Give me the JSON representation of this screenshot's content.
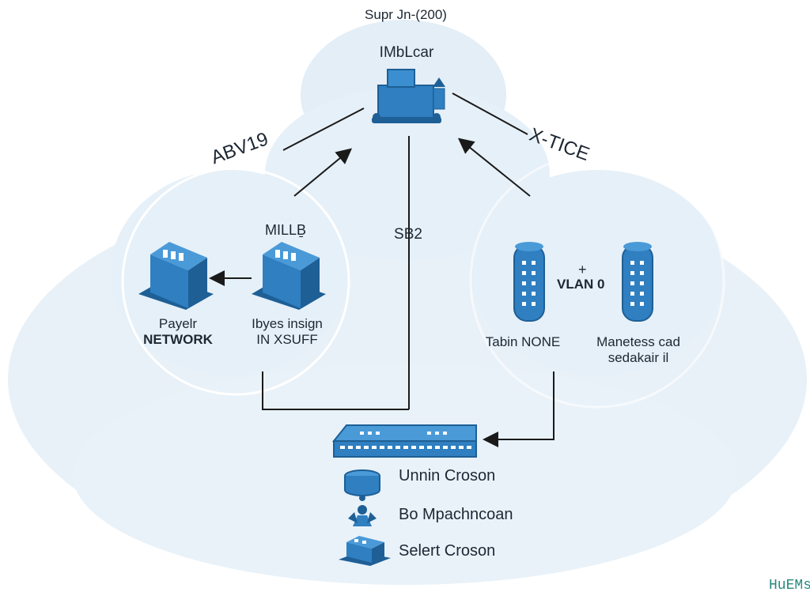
{
  "diagram": {
    "title": "Supr Jn-(200)",
    "top_node": {
      "label": "IMbLcar",
      "icon": "server-tower-icon"
    },
    "edges": {
      "left_label": "ABV19",
      "right_label": "X-TICE",
      "center_label": "SB2"
    },
    "left_group": {
      "cluster_label": "MILLḆ",
      "node_a": {
        "line1": "Payelr",
        "line2": "NETWORK",
        "icon": "server-box-icon"
      },
      "node_b": {
        "line1": "Ibyes insign",
        "line2": "IN XSUFF",
        "icon": "server-box-icon"
      }
    },
    "right_group": {
      "plus": "+",
      "vlan_label": "VLAN 0",
      "node_c": {
        "line1": "Tabin NONE",
        "icon": "server-rack-icon"
      },
      "node_d": {
        "line1": "Manetess cad",
        "line2": "sedakair il",
        "icon": "server-rack-icon"
      }
    },
    "switch": {
      "icon": "network-switch-icon"
    },
    "legend": [
      {
        "label": "Unnin Croson",
        "icon": "database-icon"
      },
      {
        "label": "Bo Mpachncoan",
        "icon": "user-group-icon"
      },
      {
        "label": "Selert Croson",
        "icon": "device-box-icon"
      }
    ],
    "watermark": "HuEMs",
    "colors": {
      "cloud": "#e6f0f7",
      "cloud_dark": "#dbe9f3",
      "icon_blue": "#2f7fc1",
      "icon_dark": "#1e5f96",
      "line": "#1a1a1a"
    }
  }
}
